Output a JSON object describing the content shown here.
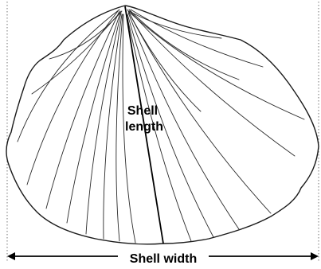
{
  "labels": {
    "length_line1": "Shell",
    "length_line2": "length",
    "width": "Shell width"
  }
}
